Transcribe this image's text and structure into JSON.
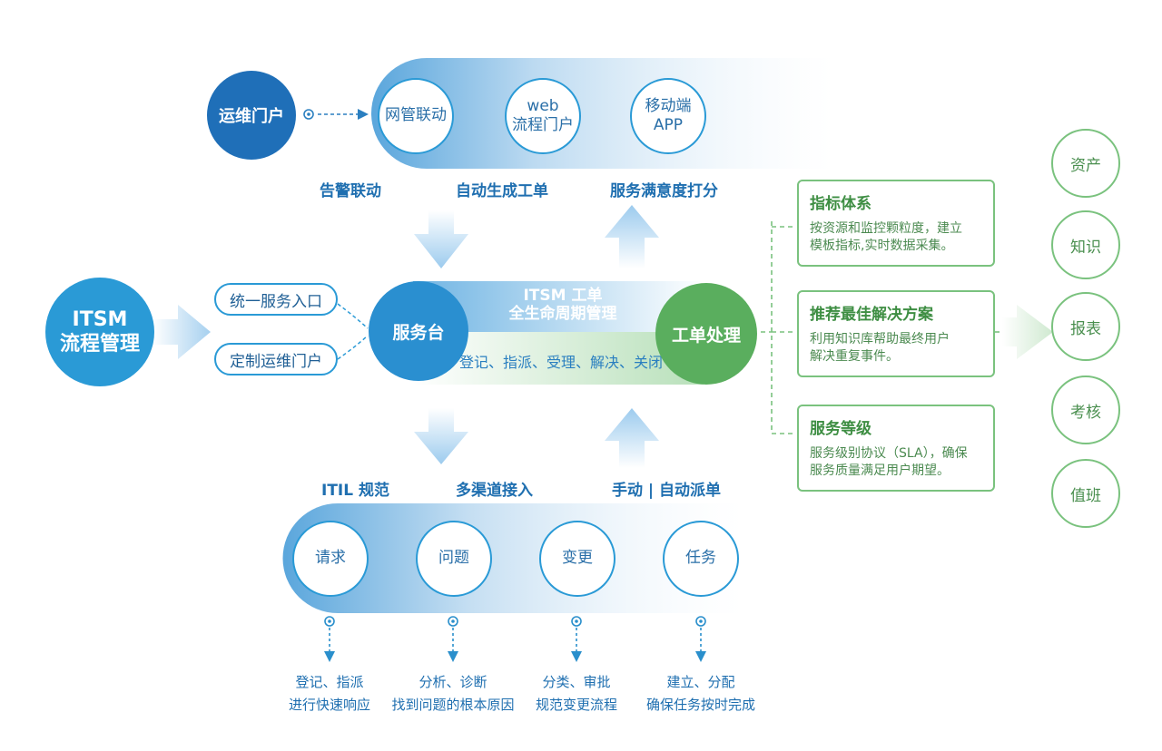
{
  "top": {
    "portal": "运维门户",
    "channels": [
      {
        "line1": "网管联动",
        "line2": ""
      },
      {
        "line1": "web",
        "line2": "流程门户"
      },
      {
        "line1": "移动端",
        "line2": "APP"
      }
    ],
    "labels": [
      "告警联动",
      "自动生成工单",
      "服务满意度打分"
    ]
  },
  "left": {
    "title_line1": "ITSM",
    "title_line2": "流程管理",
    "entries": [
      "统一服务入口",
      "定制运维门户"
    ]
  },
  "center": {
    "service_desk": "服务台",
    "band_title_line1": "ITSM 工单",
    "band_title_line2": "全生命周期管理",
    "band_steps": "登记、指派、受理、解决、关闭",
    "work_order": "工单处理"
  },
  "right_boxes": [
    {
      "title": "指标体系",
      "desc_line1": "按资源和监控颗粒度，建立",
      "desc_line2": "模板指标,实时数据采集。"
    },
    {
      "title": "推荐最佳解决方案",
      "desc_line1": "利用知识库帮助最终用户",
      "desc_line2": "解决重复事件。"
    },
    {
      "title": "服务等级",
      "desc_line1": "服务级别协议（SLA），确保",
      "desc_line2": "服务质量满足用户期望。"
    }
  ],
  "right_modules": [
    "资产",
    "知识",
    "报表",
    "考核",
    "值班"
  ],
  "bottom": {
    "labels": [
      "ITIL 规范",
      "多渠道接入",
      "手动 | 自动派单"
    ],
    "processes": [
      "请求",
      "问题",
      "变更",
      "任务"
    ],
    "captions": [
      {
        "line1": "登记、指派",
        "line2": "进行快速响应"
      },
      {
        "line1": "分析、诊断",
        "line2": "找到问题的根本原因"
      },
      {
        "line1": "分类、审批",
        "line2": "规范变更流程"
      },
      {
        "line1": "建立、分配",
        "line2": "确保任务按时完成"
      }
    ]
  },
  "colors": {
    "blue_dark": "#1f6fb8",
    "blue": "#2a9ad6",
    "green": "#5aae5e",
    "green_light": "#7ac27e"
  }
}
